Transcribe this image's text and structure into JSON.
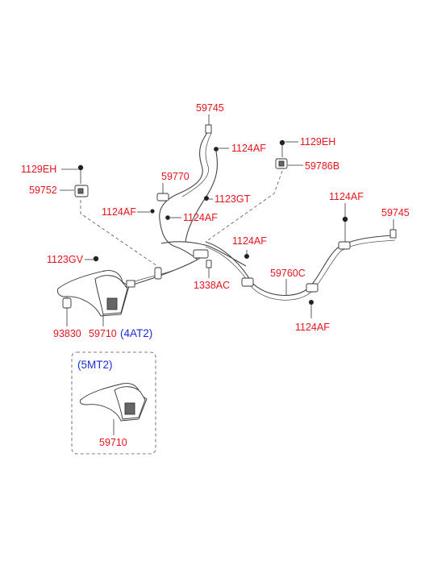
{
  "labels": {
    "p59745_top": "59745",
    "p1124AF_a": "1124AF",
    "p1129EH_right": "1129EH",
    "p59786B": "59786B",
    "p1129EH_left": "1129EH",
    "p59770": "59770",
    "p59752": "59752",
    "p1123GT": "1123GT",
    "p1124AF_b": "1124AF",
    "p1124AF_c": "1124AF",
    "p1124AF_d": "1124AF",
    "p59745_right": "59745",
    "p1124AF_e": "1124AF",
    "p1123GV": "1123GV",
    "p59760C": "59760C",
    "p1338AC": "1338AC",
    "p1124AF_f": "1124AF",
    "p93830": "93830",
    "p59710_a": "59710",
    "variant_4at2": "(4AT2)",
    "variant_5mt2": "(5MT2)",
    "p59710_b": "59710"
  }
}
